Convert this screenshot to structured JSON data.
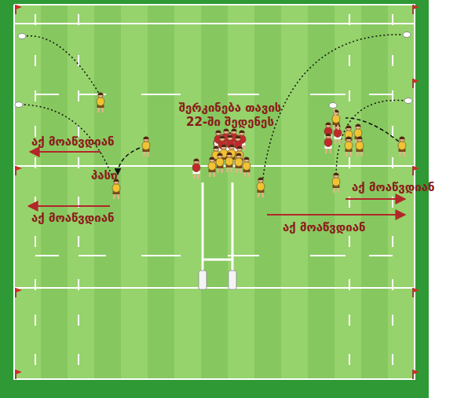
{
  "diagram": {
    "labels": [
      "შერკინება თავის 22-ში შედენეს",
      "აქ მოაწვდიან",
      "პასი",
      "აქ მოაწვდიან",
      "აქ მოაწვდიან",
      "აქ მოაწვდიან"
    ]
  }
}
